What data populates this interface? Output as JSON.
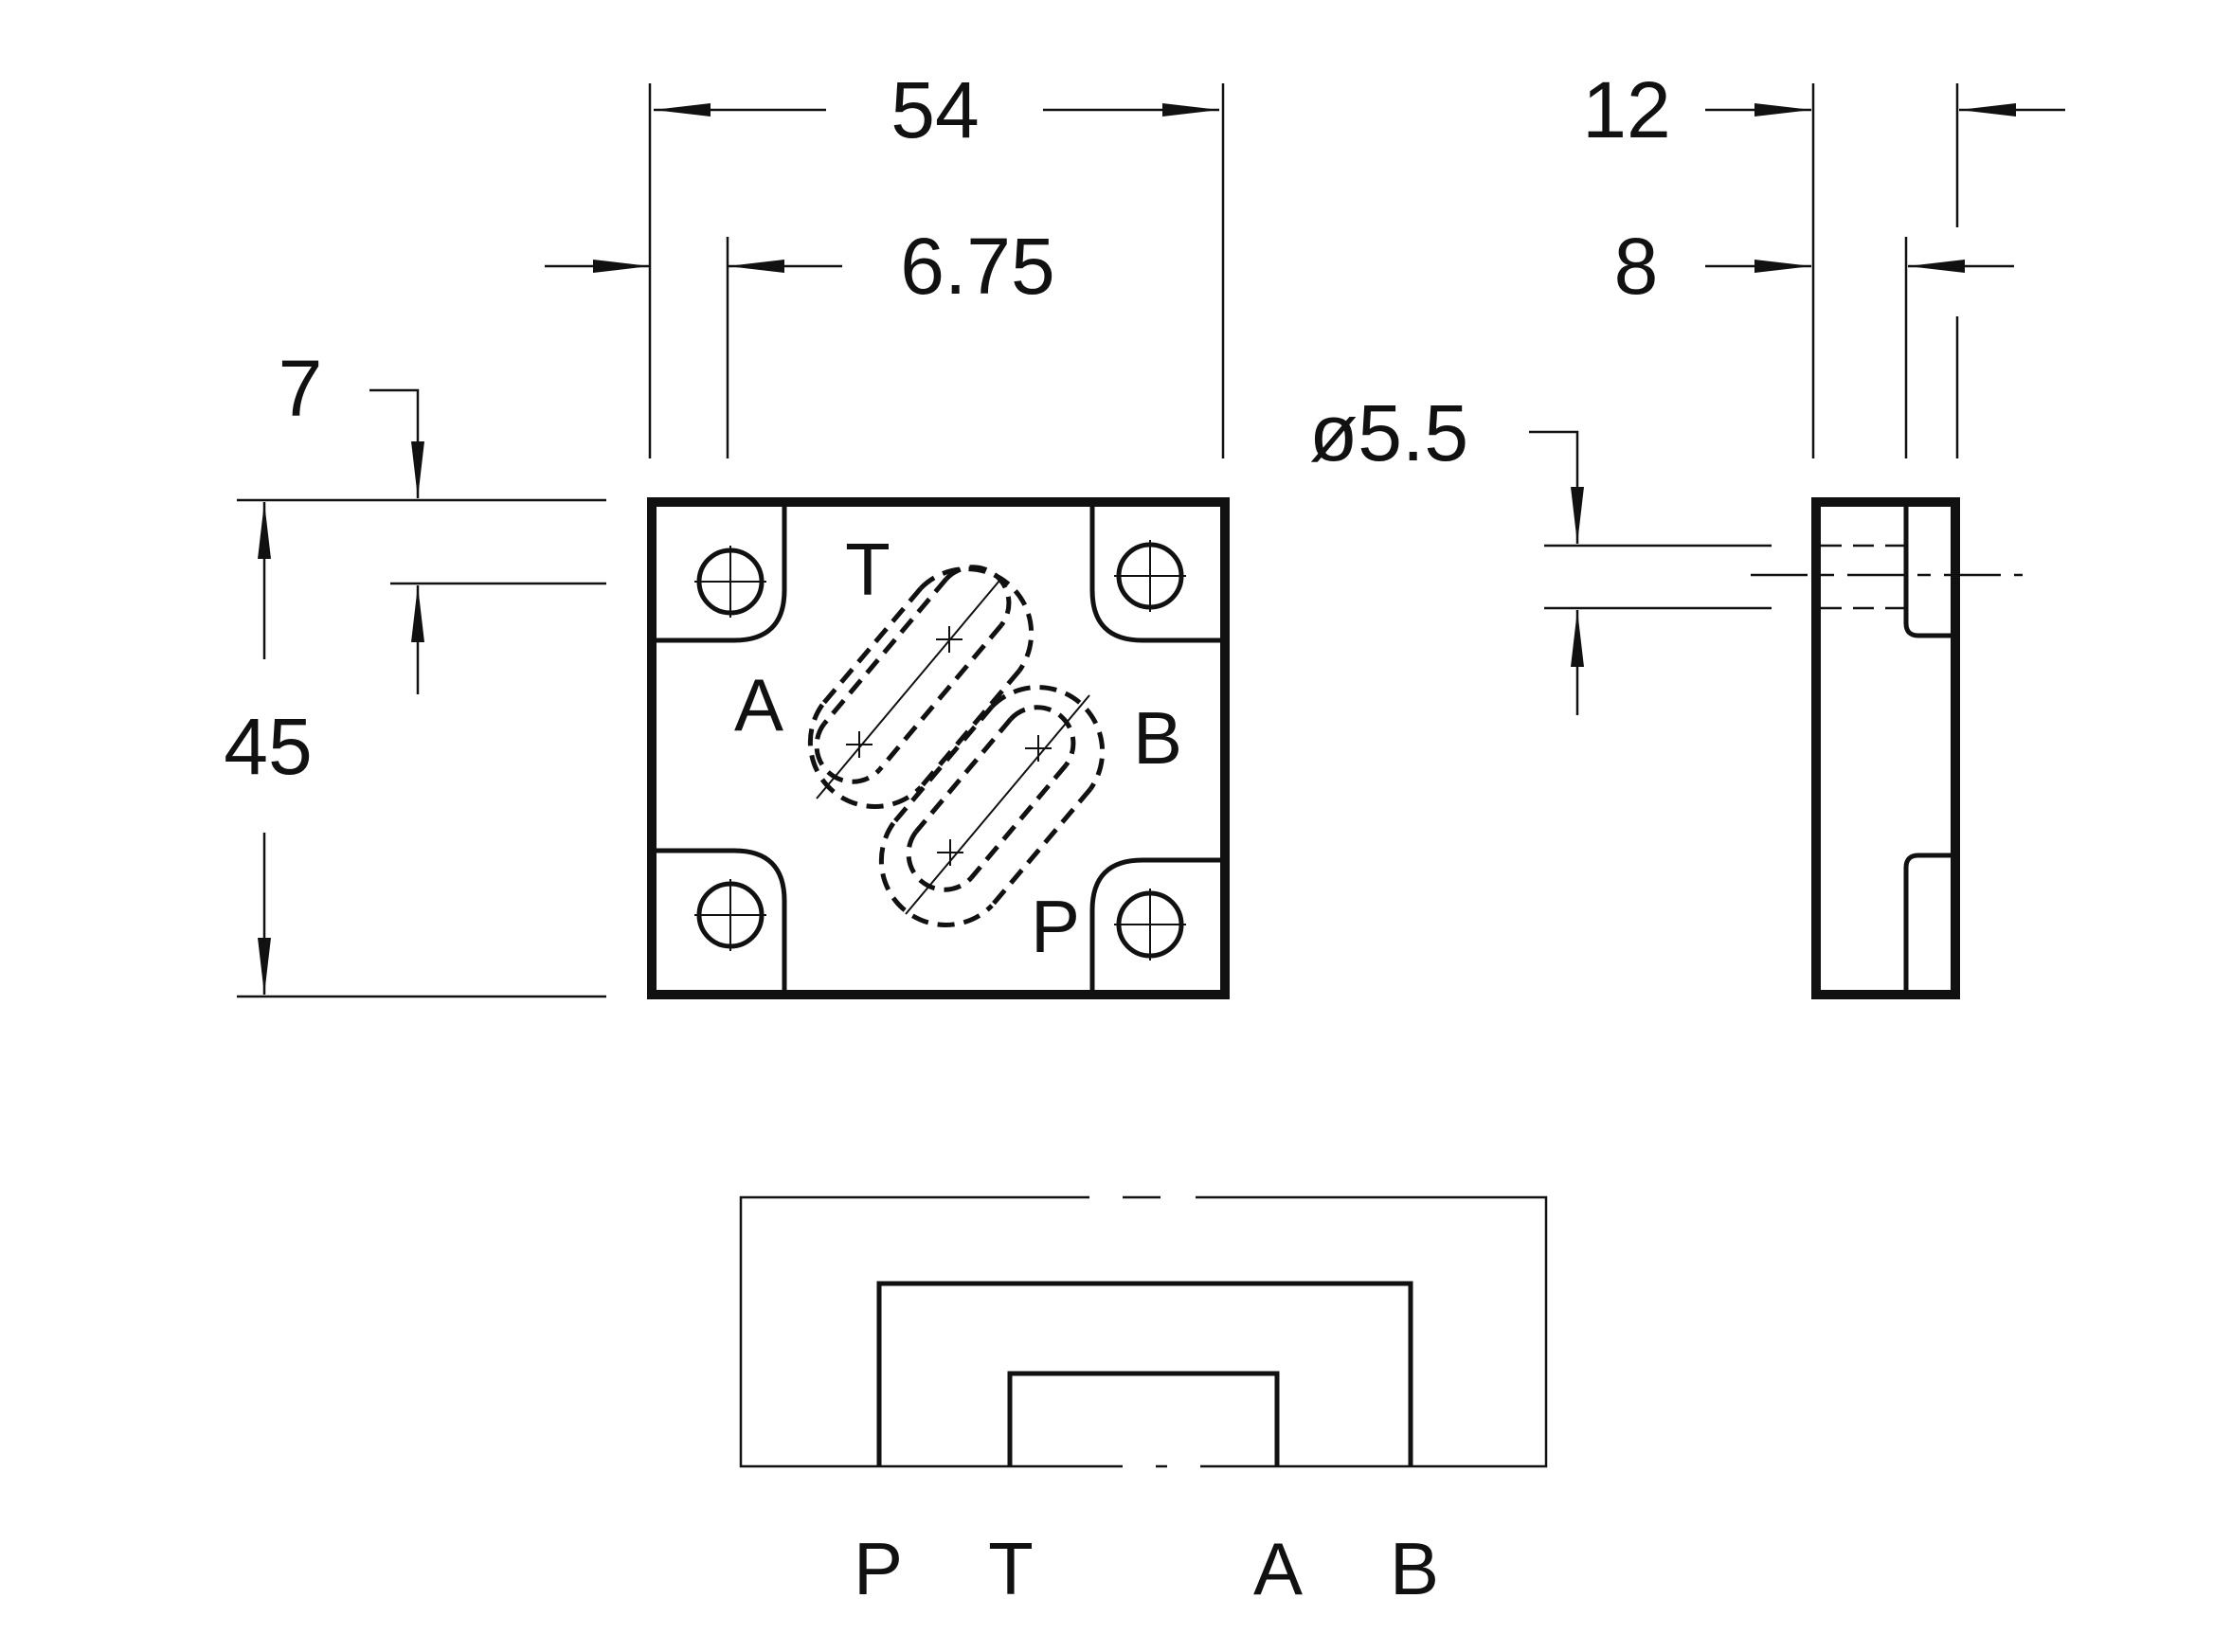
{
  "dimensions": {
    "width": "54",
    "first_hole_offset": "6.75",
    "vertical_hole_offset": "7",
    "height": "45",
    "thickness": "12",
    "counterbore_depth": "8",
    "hole_diameter": "ø5.5"
  },
  "ports_top_view": {
    "T": "T",
    "A": "A",
    "B": "B",
    "P": "P"
  },
  "ports_schematic": [
    "P",
    "T",
    "A",
    "B"
  ]
}
